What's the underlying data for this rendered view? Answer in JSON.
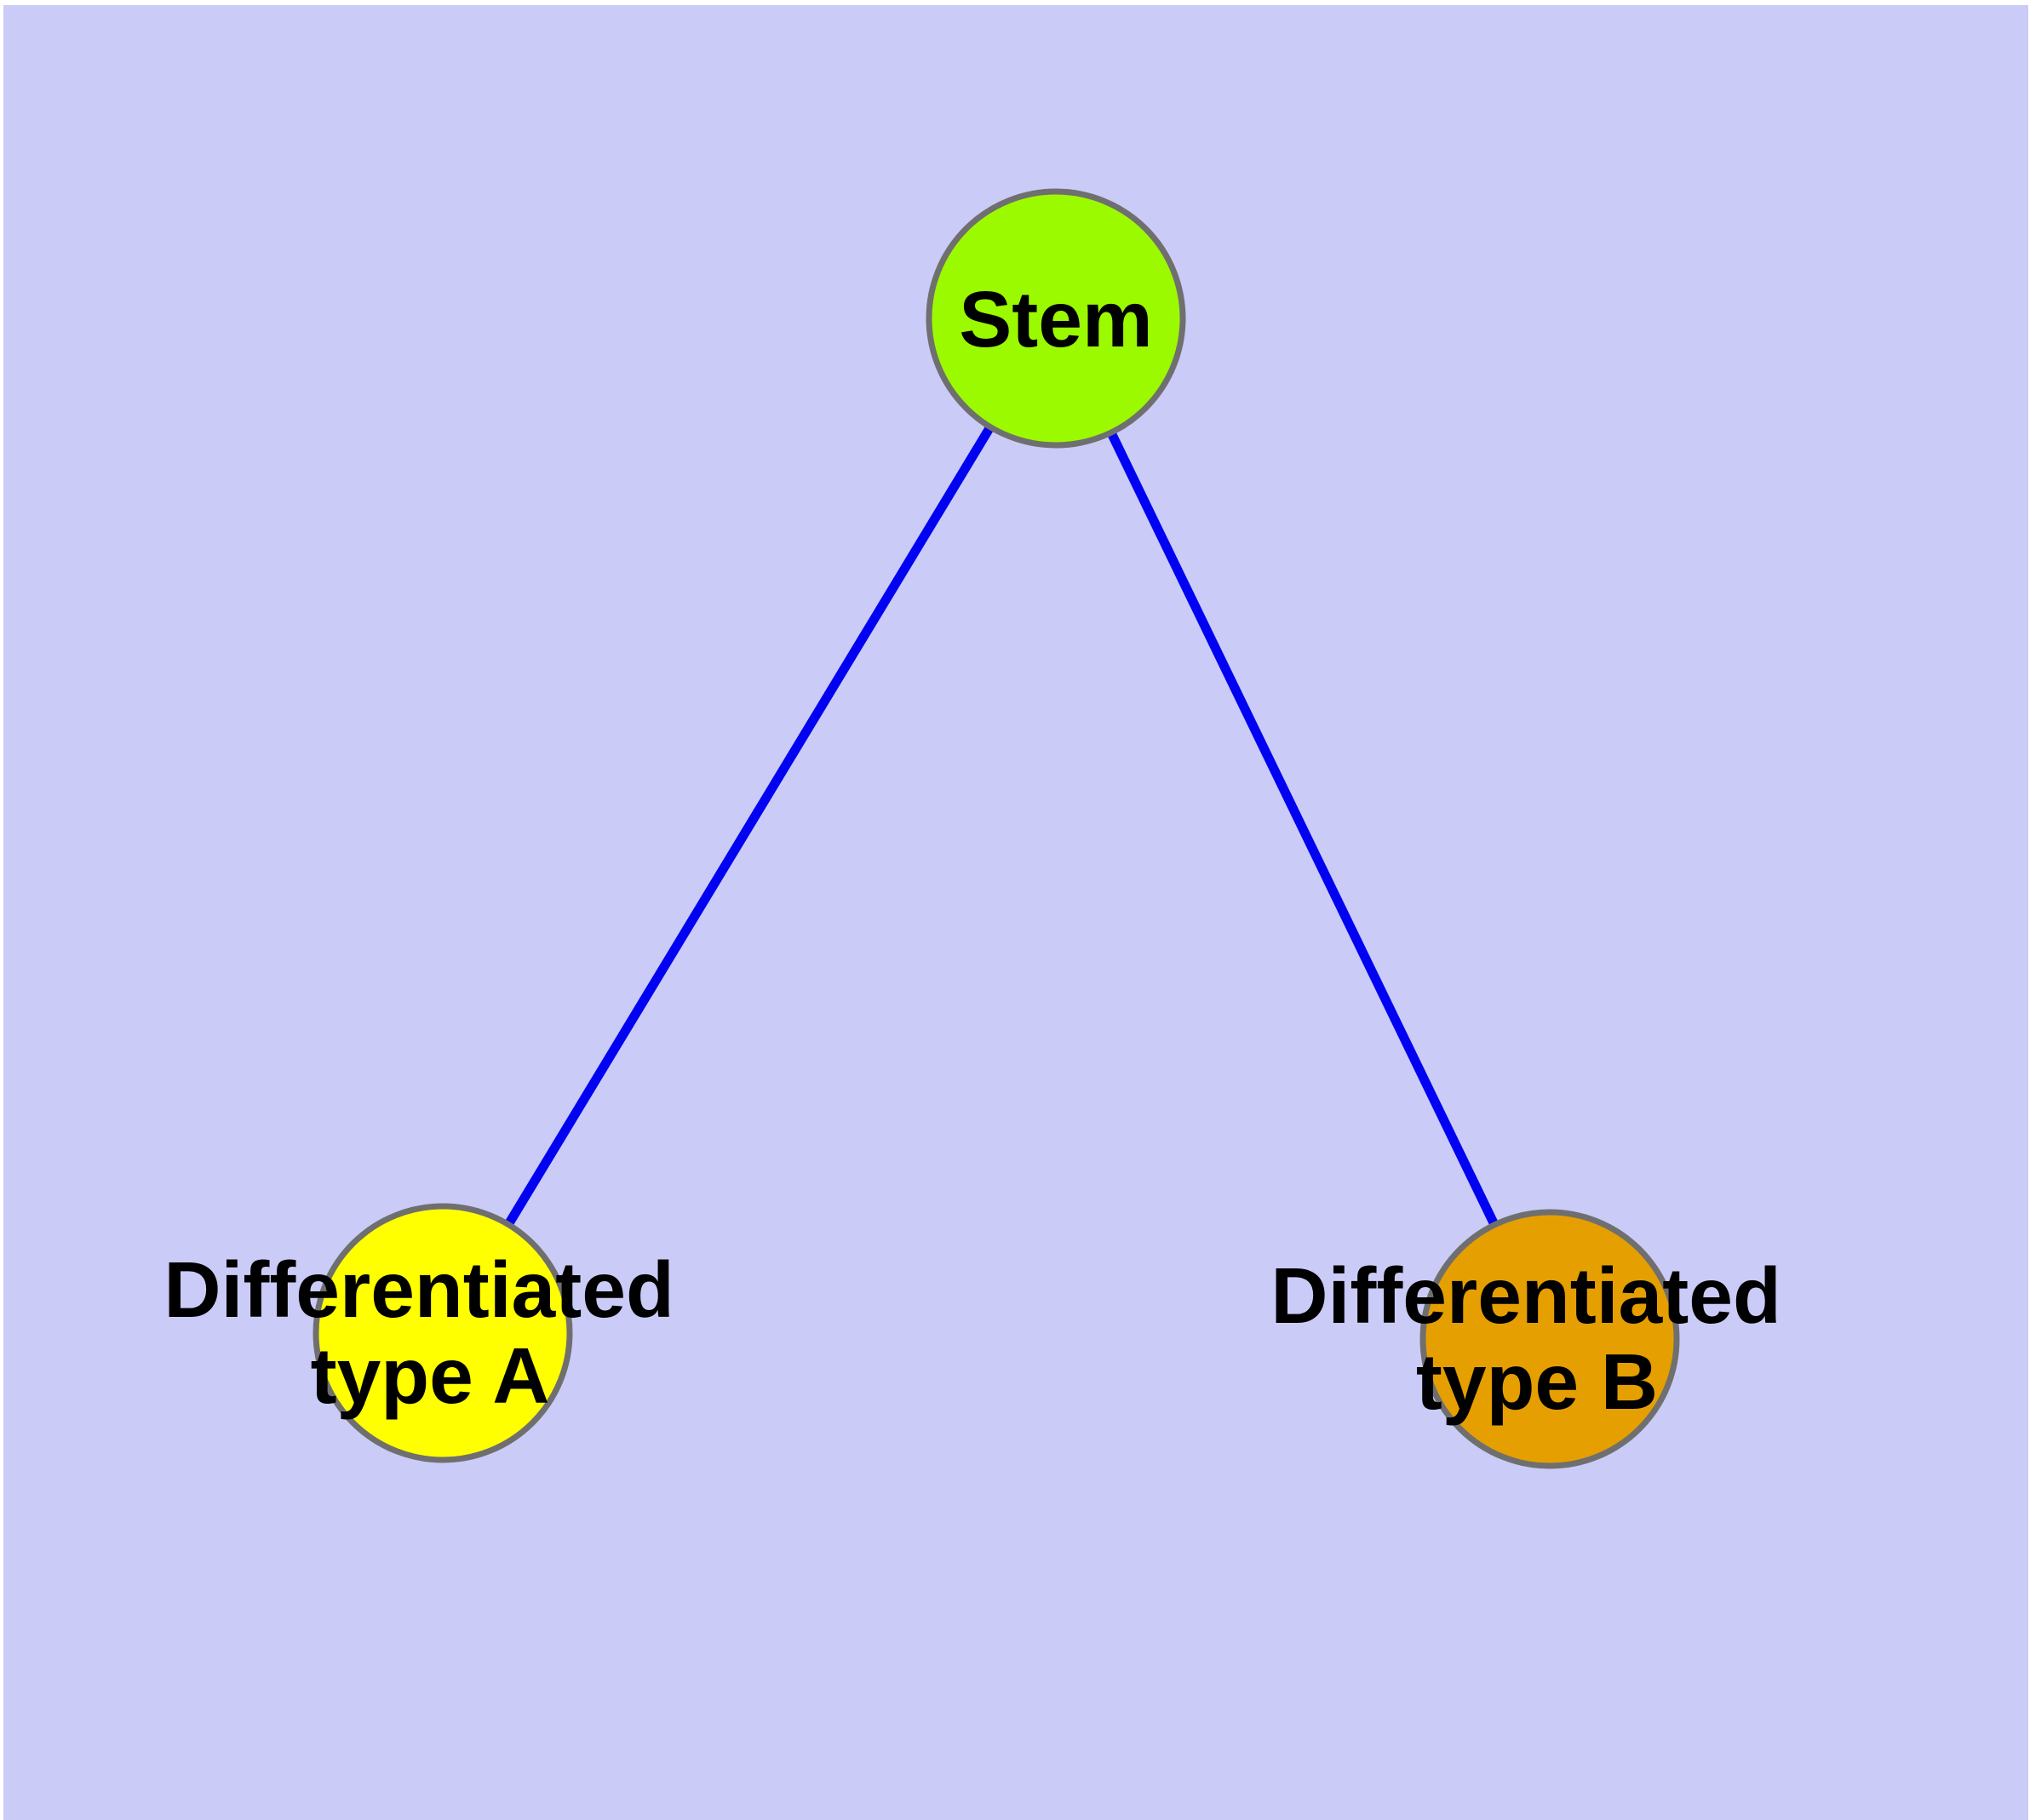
{
  "diagram": {
    "title": "stem cell differentiation graph",
    "colors": {
      "panel_background": "#CBCBF7",
      "page_margin": "#FFFFFF",
      "edge": "#0202F2",
      "node_border": "#6F6F6F",
      "stem_fill": "#9BFA00",
      "type_a_fill": "#FFFF00",
      "type_b_fill": "#E69F00",
      "label_text": "#000000"
    },
    "nodes": [
      {
        "id": "stem",
        "lines": [
          "Stem"
        ]
      },
      {
        "id": "type-a",
        "lines": [
          "Differentiated",
          "type A"
        ]
      },
      {
        "id": "type-b",
        "lines": [
          "Differentiated",
          "type B"
        ]
      }
    ],
    "edges": [
      {
        "from": "Stem",
        "to": "Differentiated type A"
      },
      {
        "from": "Stem",
        "to": "Differentiated type B"
      }
    ]
  }
}
